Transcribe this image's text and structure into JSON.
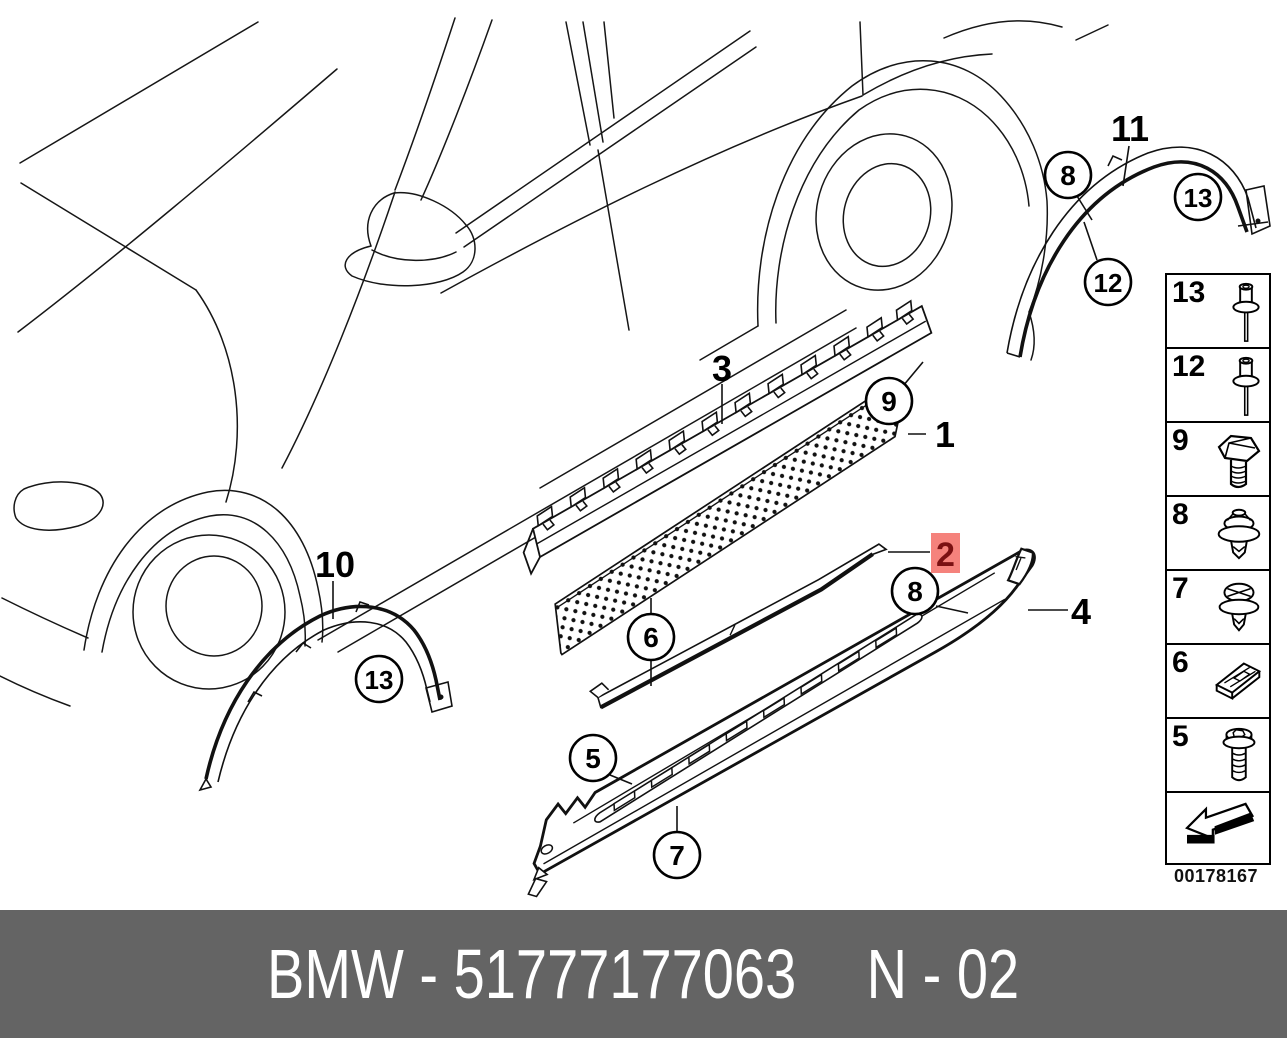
{
  "footer": {
    "text_left": "BMW - 51777177063",
    "text_right": "N - 02",
    "bg": "#646464",
    "fg": "#ffffff"
  },
  "diagram_number": "00178167",
  "highlight": {
    "number": "2",
    "bg": "#f5827c",
    "fg": "#7b1012"
  },
  "callout_circles": [
    {
      "number": "8"
    },
    {
      "number": "13"
    },
    {
      "number": "12"
    },
    {
      "number": "9"
    },
    {
      "number": "8"
    },
    {
      "number": "6"
    },
    {
      "number": "13"
    },
    {
      "number": "5"
    },
    {
      "number": "7"
    }
  ],
  "callout_labels": [
    {
      "number": "11"
    },
    {
      "number": "3"
    },
    {
      "number": "1"
    },
    {
      "number": "10"
    },
    {
      "number": "4"
    }
  ],
  "sidebar": {
    "items": [
      {
        "number": "13",
        "icon": "blind-rivet-icon"
      },
      {
        "number": "12",
        "icon": "blind-rivet-icon"
      },
      {
        "number": "9",
        "icon": "hex-bolt-icon"
      },
      {
        "number": "8",
        "icon": "expanding-clip-icon"
      },
      {
        "number": "7",
        "icon": "grommet-clip-icon"
      },
      {
        "number": "6",
        "icon": "slide-block-icon"
      },
      {
        "number": "5",
        "icon": "socket-bolt-icon"
      }
    ]
  }
}
